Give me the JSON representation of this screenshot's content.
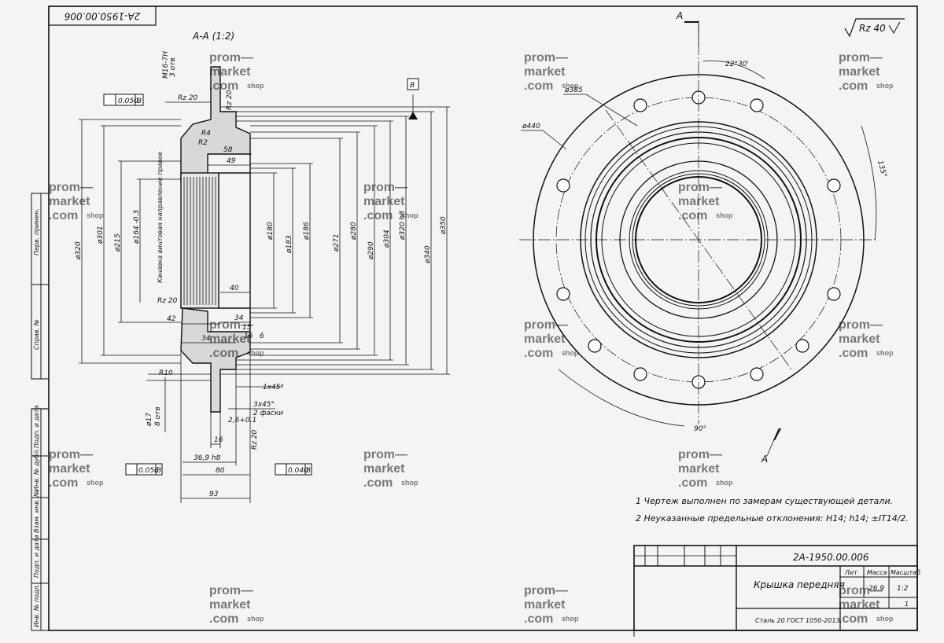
{
  "title_block": {
    "top_code": "2А-1950.00.006",
    "designation": "2А-1950.00.006",
    "part_name": "Крышка передняя",
    "material": "Сталь 20 ГОСТ 1050-2013",
    "col_lit": "Лит",
    "col_mass": "Масса",
    "col_scale": "Масштаб",
    "mass": "26.9",
    "scale": "1:2",
    "sheets": "1"
  },
  "section_view": {
    "title": "А-А (1:2)",
    "ref_base": "В",
    "thread": "М16-7Н",
    "thread_qty": "3 отв",
    "rz_flange": "Rz 20",
    "rz_right": "Rz 20",
    "runout_top": "0.050",
    "runout_bottom_left": "0.050",
    "runout_bottom_right": "0.040",
    "radii": [
      "R4",
      "R2",
      "R10"
    ],
    "groove": "Канавка винтовая направление правое",
    "hole_dia": "ø17",
    "hole_qty": "8 отв",
    "chamfer_1": "1x45°",
    "chamfer_2": "3x45°",
    "chamfer_2_note": "2 фаски",
    "tol_26": "2,6+0.1",
    "rz_groove": "Rz 20",
    "dims_h": [
      "58",
      "49",
      "40",
      "42",
      "34",
      "34",
      "15",
      "16",
      "6",
      "16",
      "36,9 h8",
      "80",
      "93"
    ],
    "dims_v": [
      "ø320",
      "ø301",
      "ø215",
      "ø164 -0.3",
      "ø180",
      "ø183",
      "ø186",
      "ø271",
      "ø280",
      "ø290",
      "ø304",
      "ø320 h8",
      "ø340",
      "ø350"
    ]
  },
  "plan_view": {
    "cut_label": "А",
    "angle_top": "22°30'",
    "angle_right": "135°",
    "angle_bottom": "90°",
    "dia_outer": "ø440",
    "dia_bolt": "ø385",
    "surface_finish": "Rz 40"
  },
  "notes": [
    "1  Чертеж выполнен по замерам существующей детали.",
    "2  Неуказанные предельные отклонения: H14; h14; ±IT14/2."
  ],
  "side_stamp": [
    "Перв. примен.",
    "Справ. №",
    "Подп. и дата",
    "Инв. № дубл.",
    "Взам. инв. №",
    "Подп. и дата",
    "Инв. № подл."
  ],
  "watermark": [
    "prom—",
    "market",
    ".com",
    "shop"
  ]
}
